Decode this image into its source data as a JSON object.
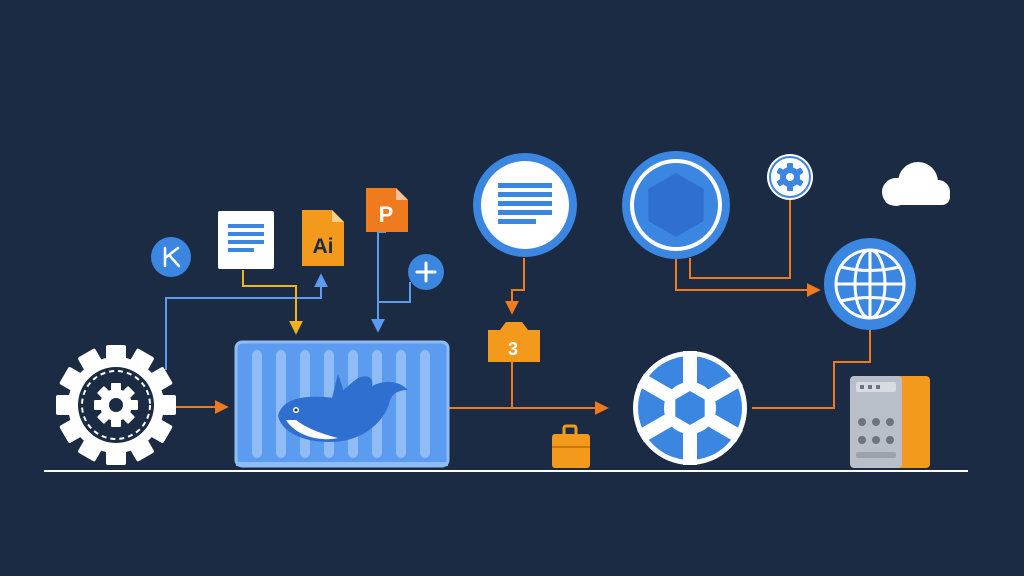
{
  "colors": {
    "background": "#1b2b44",
    "blue": "#3b86e0",
    "light_blue": "#5b9cf0",
    "orange": "#f39a1c",
    "arrow_orange": "#f07a1e",
    "yellow": "#f2b31b",
    "white": "#ffffff",
    "gray": "#b9bfc8"
  },
  "labels": {
    "ai_doc": "Ai",
    "p_doc": "P",
    "folder_number": "3"
  },
  "icons": [
    "gear-icon",
    "k-badge-icon",
    "document-icon",
    "ai-file-icon",
    "p-file-icon",
    "plus-badge-icon",
    "docker-whale-icon",
    "folder-icon",
    "briefcase-icon",
    "document-circle-icon",
    "hexagon-circle-icon",
    "small-gear-circle-icon",
    "cloud-icon",
    "globe-icon",
    "helm-wheel-icon",
    "server-icon"
  ]
}
